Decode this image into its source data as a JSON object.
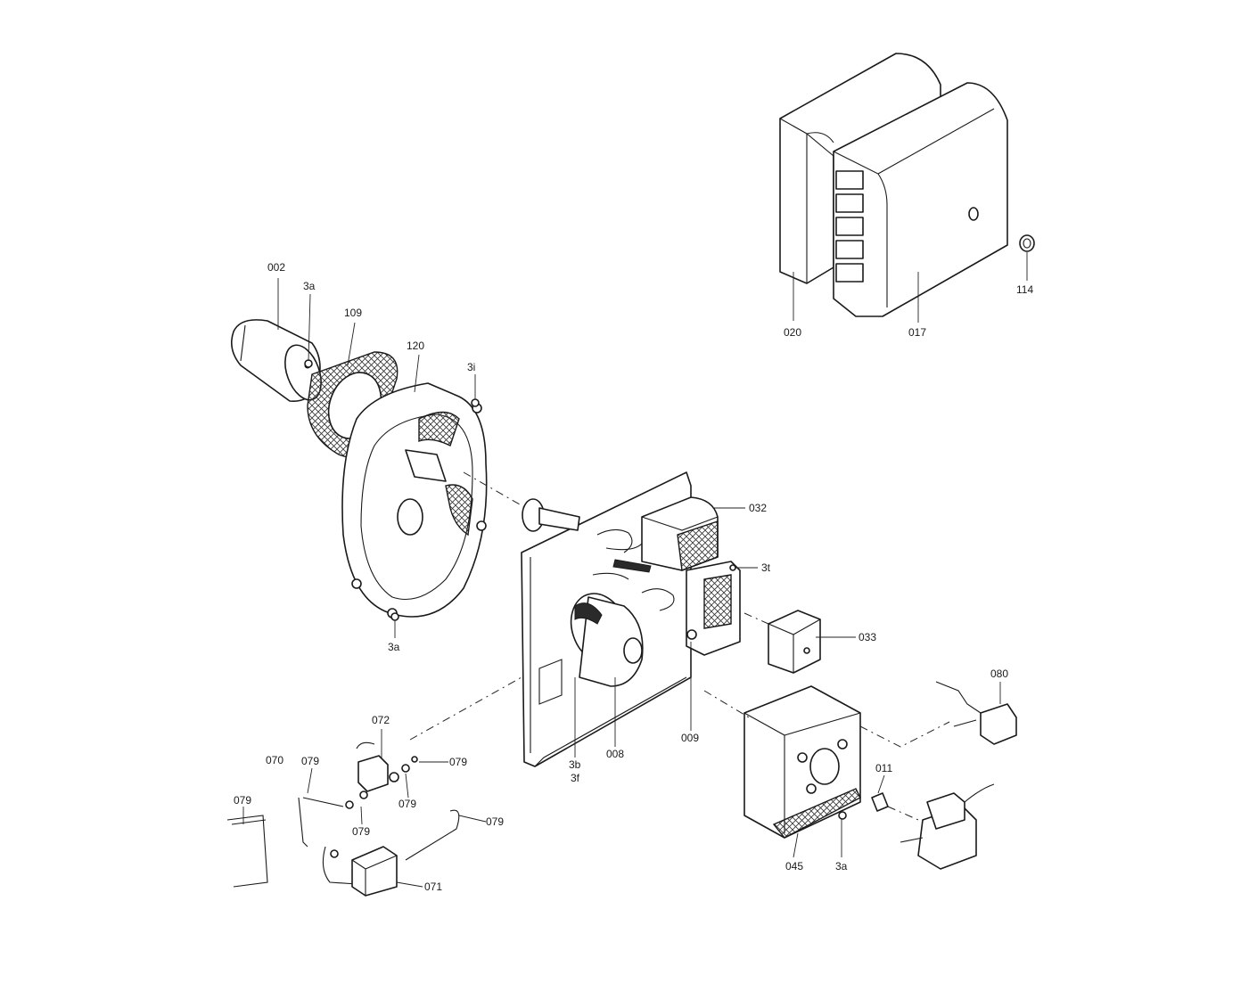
{
  "diagram": {
    "labels": {
      "l002": "002",
      "l3a_top": "3a",
      "l109": "109",
      "l120": "120",
      "l3i_top": "3i",
      "l3a_housing": "3a",
      "l020": "020",
      "l017": "017",
      "l114": "114",
      "l032": "032",
      "l3t": "3t",
      "l033": "033",
      "l080": "080",
      "l009": "009",
      "l008": "008",
      "l3b": "3b",
      "l3f": "3f",
      "l011": "011",
      "l045": "045",
      "l3a_cover": "3a",
      "l072": "072",
      "l070": "070",
      "l079_a": "079",
      "l079_b": "079",
      "l079_c": "079",
      "l079_d": "079",
      "l079_e": "079",
      "l079_f": "079",
      "l071": "071"
    }
  }
}
